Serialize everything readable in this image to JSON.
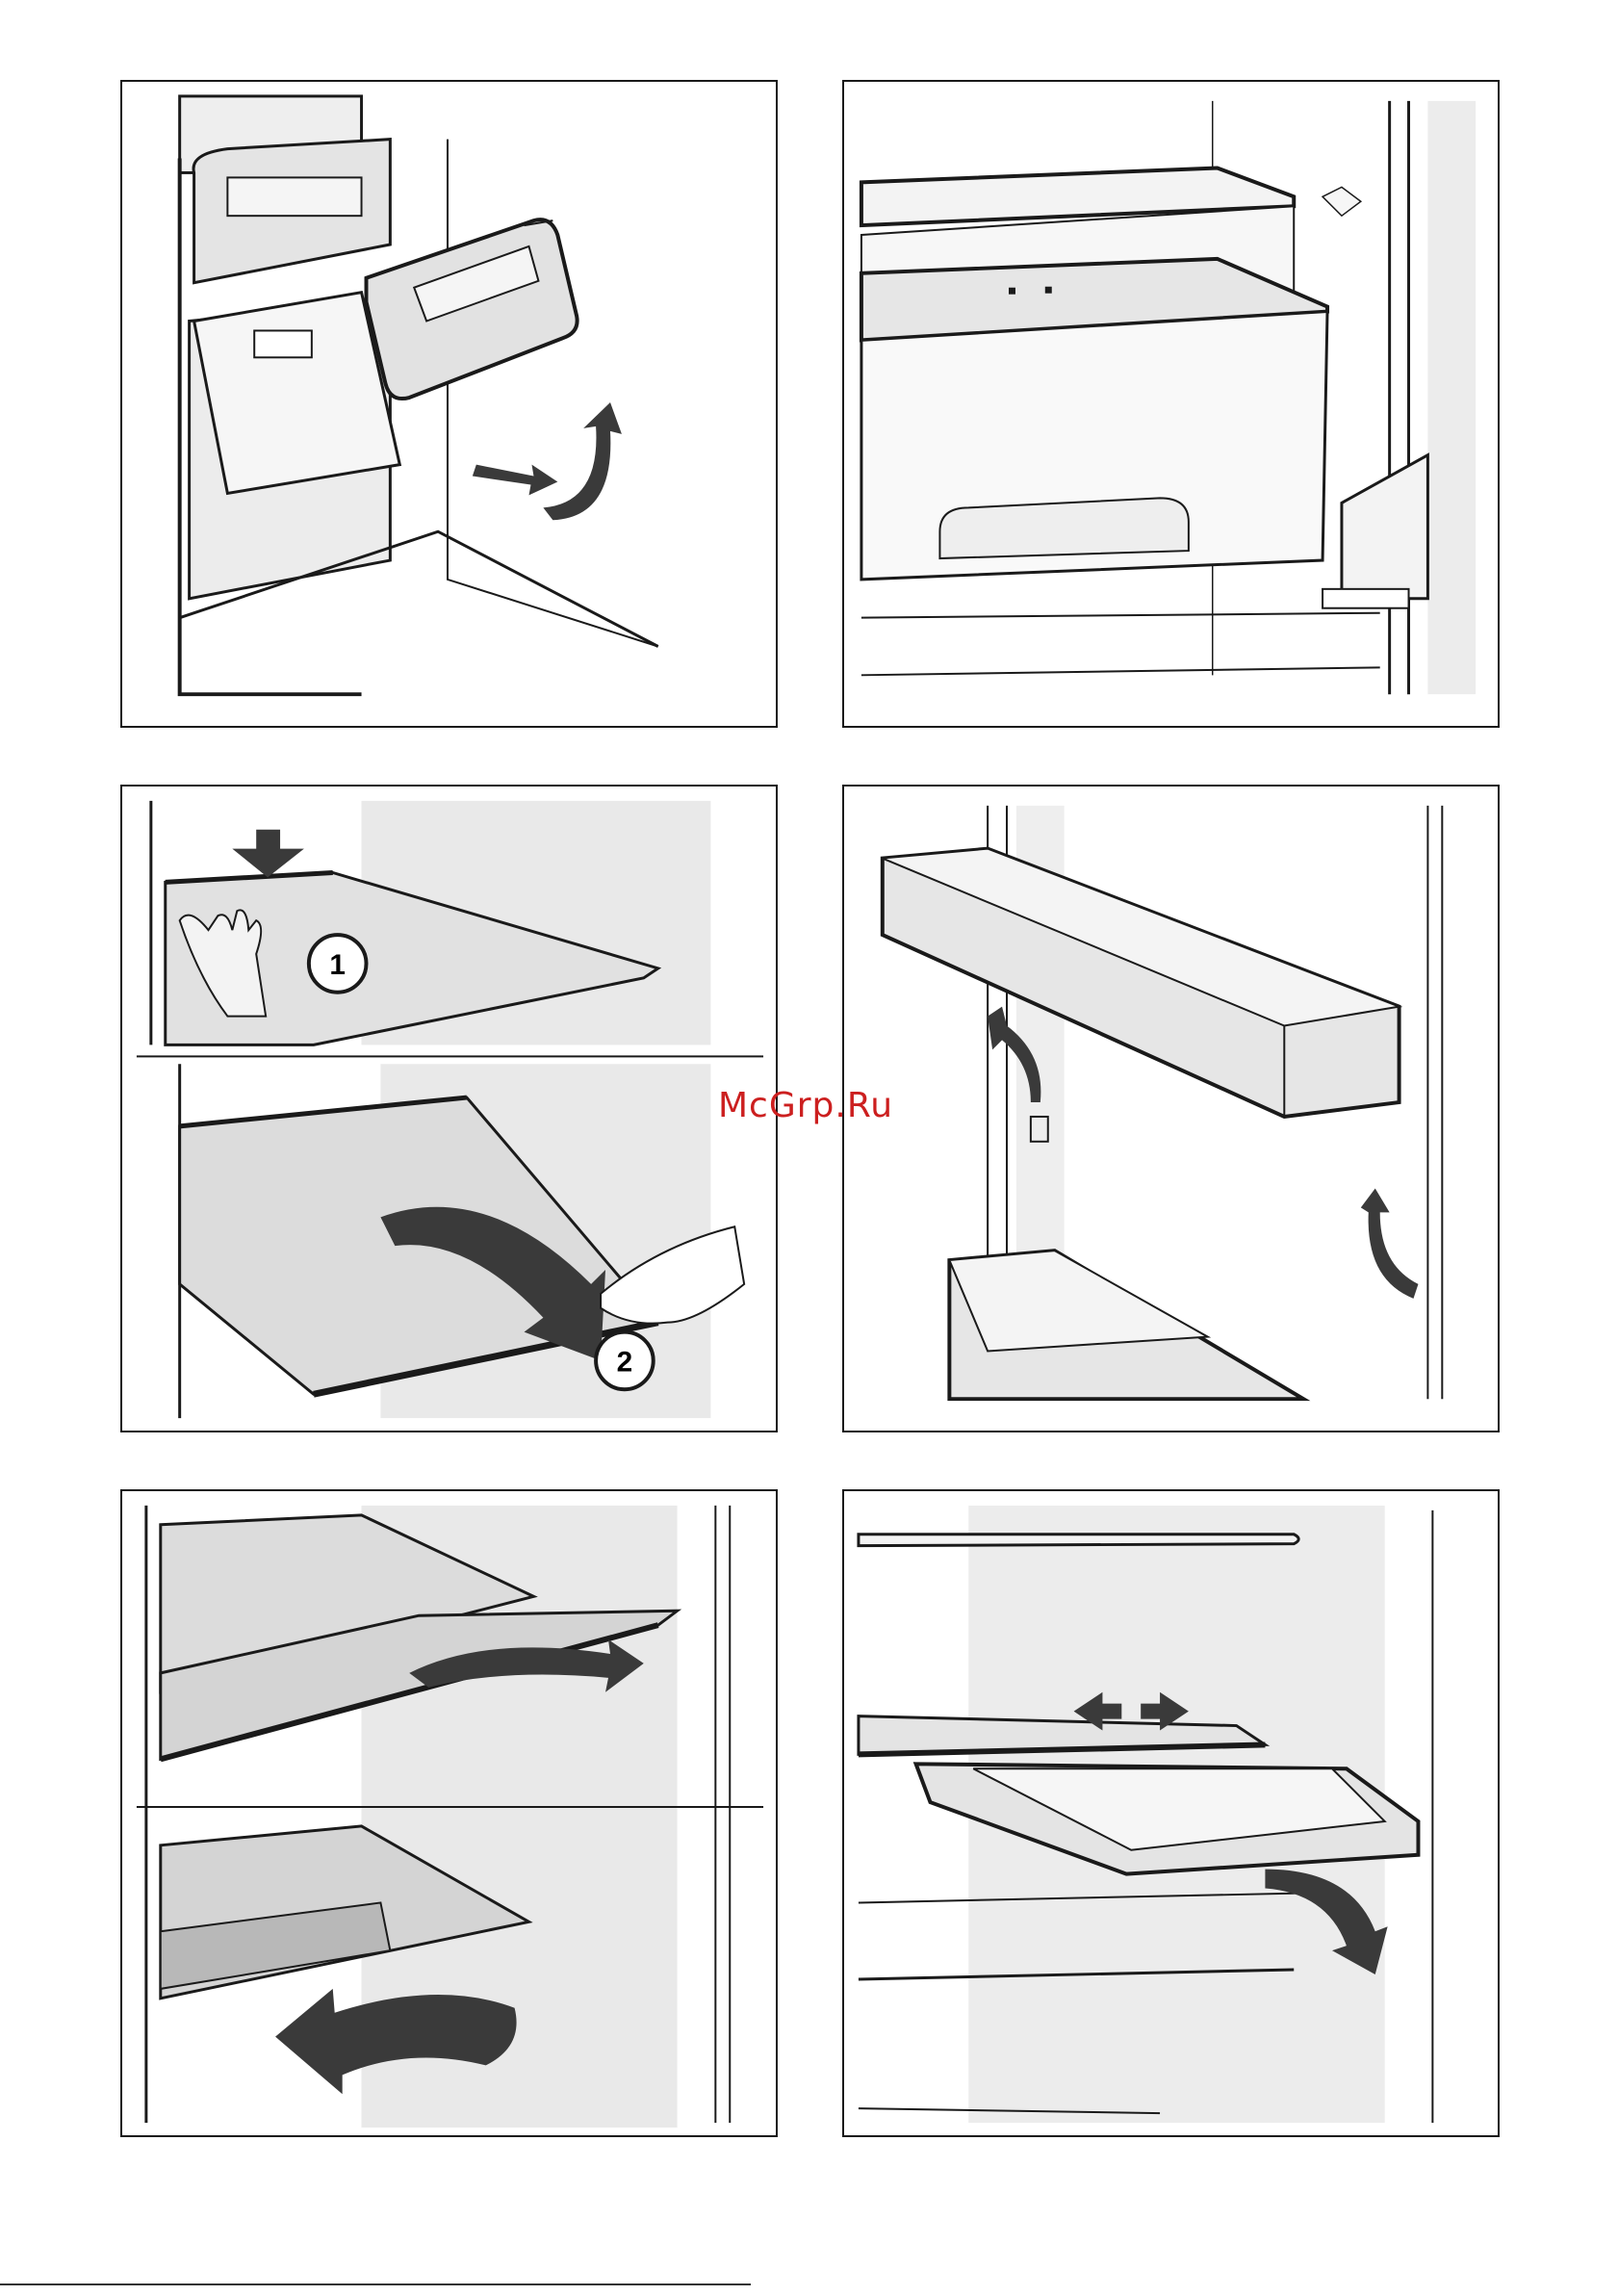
{
  "watermark": "McGrp.Ru",
  "panels": [
    {
      "id": "remove-drawer"
    },
    {
      "id": "remove-shelf-tray"
    },
    {
      "id": "remove-glass-shelf",
      "steps": [
        "1",
        "2"
      ]
    },
    {
      "id": "move-door-shelf"
    },
    {
      "id": "slide-glass-shelf"
    },
    {
      "id": "pull-out-container"
    }
  ],
  "colors": {
    "line": "#1a1a1a",
    "shade_light": "#efefef",
    "shade_mid": "#d9d9d9",
    "shade_dark": "#9a9a9a",
    "arrow": "#3a3a3a",
    "watermark": "#cc1f1f"
  }
}
